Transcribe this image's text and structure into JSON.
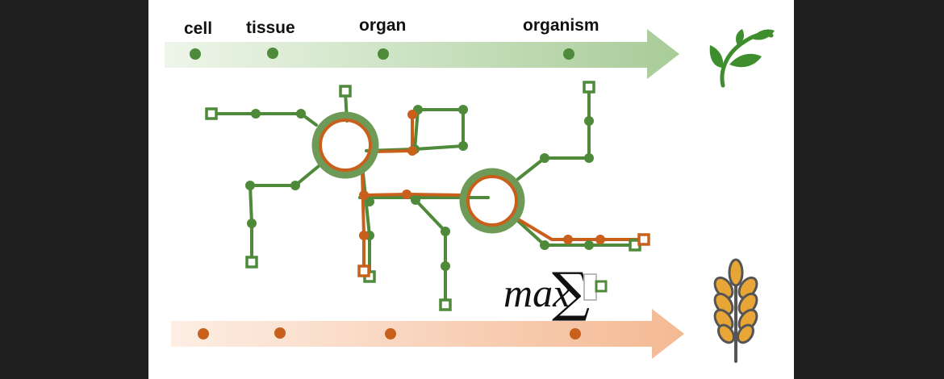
{
  "stages": [
    "cell",
    "tissue",
    "organ",
    "organism"
  ],
  "formula": {
    "operator": "max",
    "symbol": "∑"
  },
  "colors": {
    "green": "#4e8a3a",
    "green_light": "#a8cc98",
    "orange": "#c8601c",
    "orange_light": "#f4b993",
    "background": "#ffffff",
    "frame": "#1e1e1e"
  },
  "icons": {
    "top_right": "plant-sprout-icon",
    "bottom_right": "wheat-ear-icon"
  }
}
